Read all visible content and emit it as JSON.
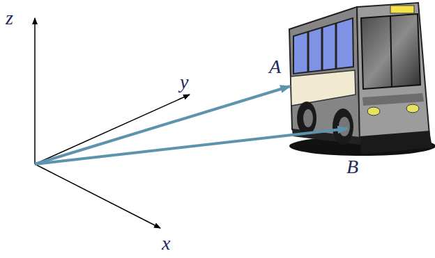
{
  "diagram": {
    "labels": [
      "z",
      "y",
      "x",
      "A",
      "B"
    ]
  }
}
